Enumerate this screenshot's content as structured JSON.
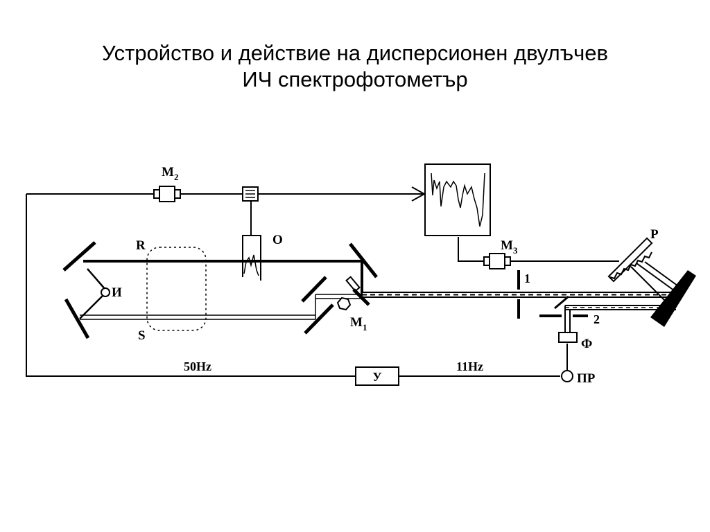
{
  "title": {
    "line1": "Устройство и действие на дисперсионен двулъчев",
    "line2": "ИЧ спектрофотометър"
  },
  "labels": {
    "m2": "M",
    "m2_sub": "2",
    "o": "O",
    "r": "R",
    "s": "S",
    "source": "И",
    "m1": "M",
    "m1_sub": "1",
    "m3": "M",
    "m3_sub": "3",
    "p": "P",
    "slit1": "1",
    "slit2": "2",
    "filter": "Ф",
    "detector": "ПР",
    "amp": "У",
    "freq_50": "50Hz",
    "freq_11": "11Hz"
  }
}
